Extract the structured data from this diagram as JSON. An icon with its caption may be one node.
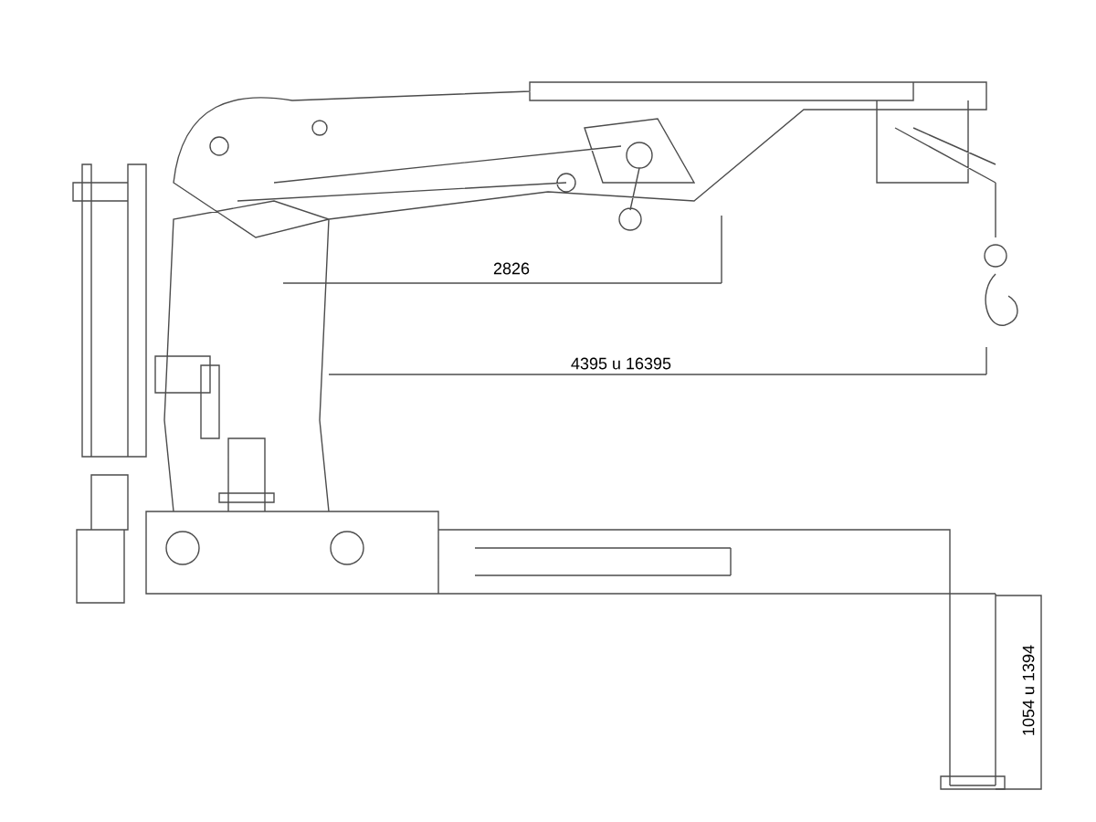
{
  "diagram": {
    "labels": [
      "2826",
      "4395 u 16395",
      "1054 u 1394"
    ]
  }
}
